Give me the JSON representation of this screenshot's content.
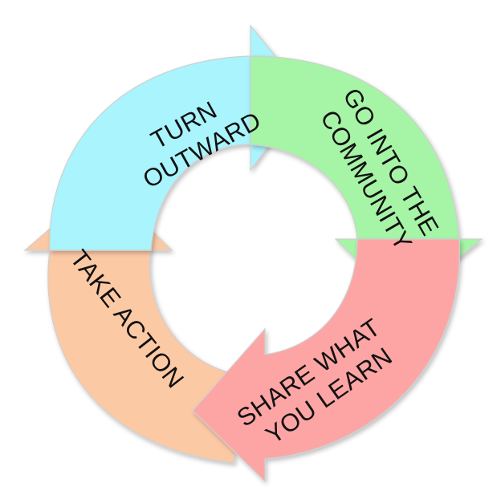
{
  "diagram": {
    "type": "cycle",
    "segments": [
      {
        "id": "turn-outward",
        "color": "#a9f4fd",
        "lines": [
          "TURN",
          "OUTWARD"
        ]
      },
      {
        "id": "go-into-the-community",
        "color": "#a6f4a6",
        "lines": [
          "GO INTO THE",
          "COMMUNITY"
        ]
      },
      {
        "id": "share-what-you-learn",
        "color": "#fda5a5",
        "lines": [
          "SHARE WHAT",
          "YOU LEARN"
        ]
      },
      {
        "id": "take-action",
        "color": "#fcc9a5",
        "lines": [
          "TAKE ACTION"
        ]
      }
    ]
  }
}
